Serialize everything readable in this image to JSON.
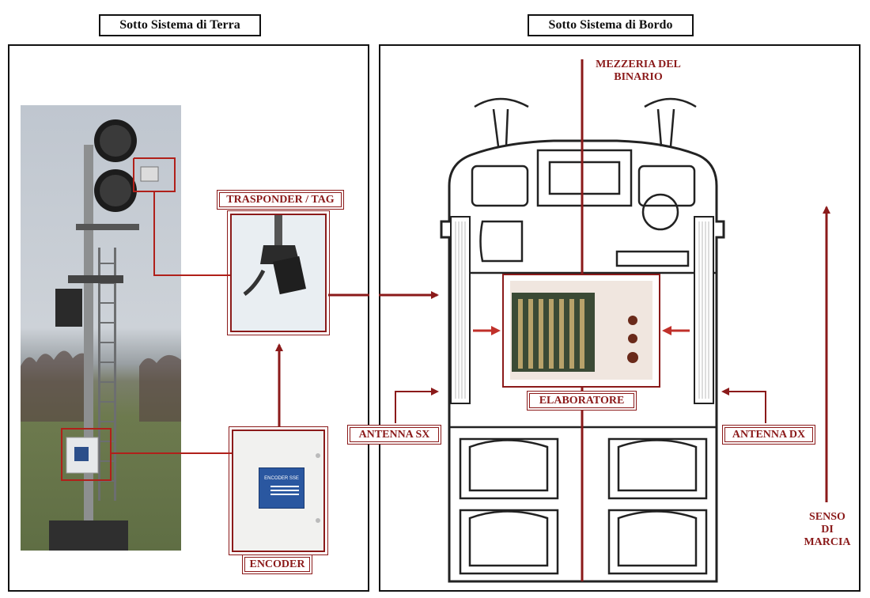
{
  "headers": {
    "ground": "Sotto Sistema di Terra",
    "onboard": "Sotto Sistema di Bordo"
  },
  "labels": {
    "transponder": "TRASPONDER / TAG",
    "encoder": "ENCODER",
    "processor": "ELABORATORE",
    "antenna_left": "ANTENNA  SX",
    "antenna_right": "ANTENNA DX",
    "track_center_line1": "MEZZERIA DEL",
    "track_center_line2": "BINARIO",
    "direction_line1": "SENSO",
    "direction_line2": "DI",
    "direction_line3": "MARCIA"
  },
  "encoder_panel": {
    "title": "ENCODER SSE"
  },
  "colors": {
    "accent": "#8b1a1a",
    "arrow": "#c0302a",
    "frame": "#111111"
  }
}
